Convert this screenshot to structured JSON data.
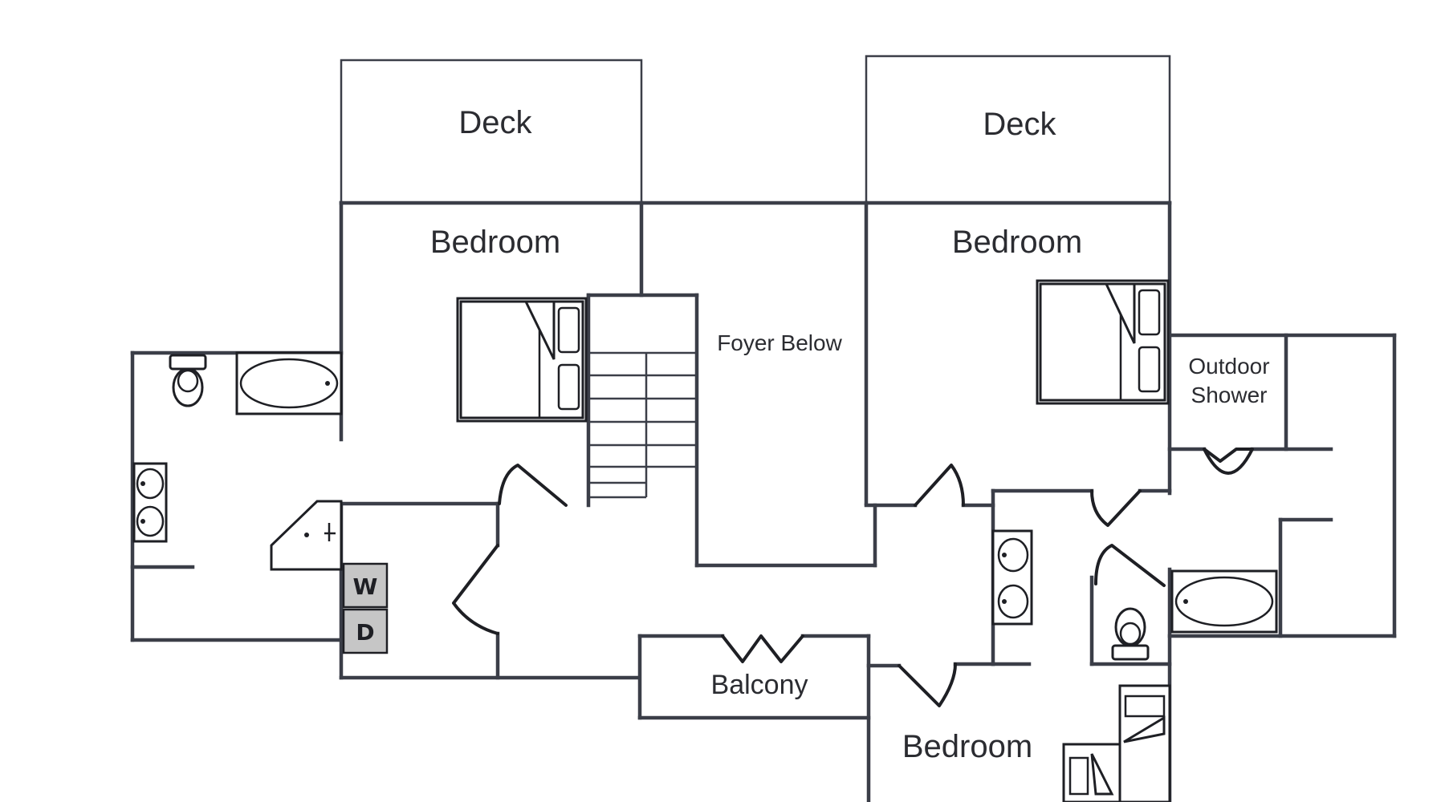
{
  "rooms": {
    "deck_left": "Deck",
    "deck_right": "Deck",
    "bedroom_left": "Bedroom",
    "bedroom_right": "Bedroom",
    "bedroom_bottom": "Bedroom",
    "foyer": "Foyer Below",
    "outdoor_shower_line1": "Outdoor",
    "outdoor_shower_line2": "Shower",
    "balcony": "Balcony"
  },
  "appliances": {
    "washer": "W",
    "dryer": "D"
  },
  "colors": {
    "walls": "#3b3e48",
    "fixtures": "#1e1f24",
    "appliance_fill": "#c6c6c6",
    "background": "#ffffff"
  }
}
